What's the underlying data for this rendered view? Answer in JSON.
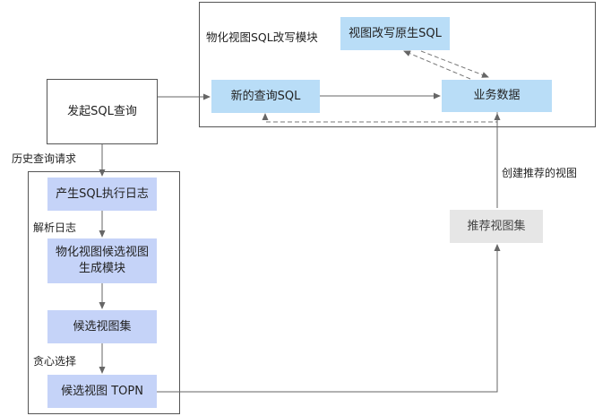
{
  "colors": {
    "mv_box": "#b9ddf7",
    "pipeline_box": "#c5d3f8",
    "recommend_box": "#e6e6e6",
    "line": "#666666"
  },
  "nodes": {
    "start": "发起SQL查询",
    "mv_module_title": "物化视图SQL改写模块",
    "rewrite_sql": "视图改写原生SQL",
    "new_query": "新的查询SQL",
    "business_data": "业务数据",
    "recommend_set": "推荐视图集",
    "gen_log": "产生SQL执行日志",
    "candidate_gen_line1": "物化视图候选视图",
    "candidate_gen_line2": "生成模块",
    "candidate_set": "候选视图集",
    "topn": "候选视图 TOPN"
  },
  "edge_labels": {
    "history": "历史查询请求",
    "parse_log": "解析日志",
    "greedy": "贪心选择",
    "create_views": "创建推荐的视图"
  }
}
